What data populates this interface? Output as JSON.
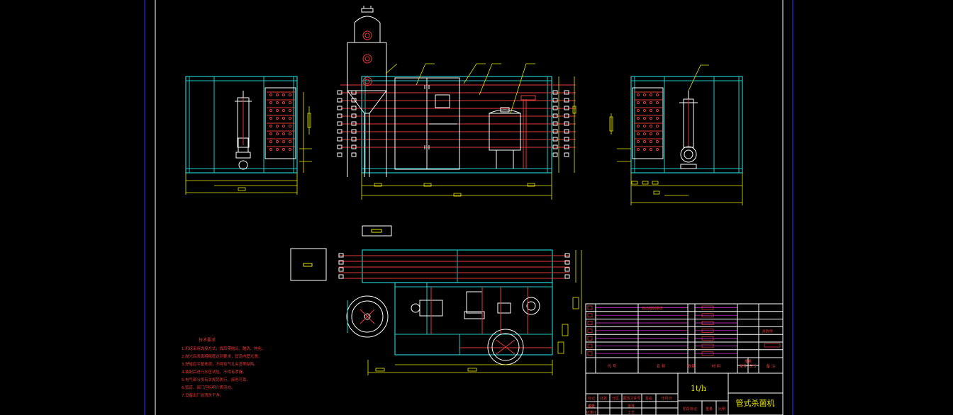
{
  "drawing": {
    "capacity_label": "1t/h",
    "product_name": "管式杀菌机"
  },
  "title_block": {
    "header_cols": [
      "代 号",
      "名 称",
      "数量",
      "材 料",
      "单件",
      "总计",
      "备 注"
    ],
    "weight_label": "重量",
    "rows": [
      {
        "no": "",
        "name": "自动控制系统",
        "remark": ""
      },
      {
        "no": "",
        "name": "",
        "remark": ""
      },
      {
        "no": "",
        "name": "",
        "remark": ""
      },
      {
        "no": "",
        "name": "",
        "remark": "外购件"
      },
      {
        "no": "",
        "name": "",
        "remark": ""
      },
      {
        "no": "",
        "name": "",
        "remark": ""
      },
      {
        "no": "",
        "name": "",
        "remark": ""
      }
    ],
    "bottom_labels": [
      "标记",
      "处数",
      "分区",
      "更改文件号",
      "签名",
      "年月日"
    ],
    "bottom_labels2": [
      "设计",
      "标准化",
      "审核",
      "工艺",
      "批准"
    ],
    "stage_labels": [
      "阶段标记",
      "重量",
      "比例"
    ]
  },
  "notes": {
    "title": "技术要求",
    "lines": [
      "1.机组采用焊接方式，焊后需抛光、酸洗、钝化。",
      "2.抛光后表面粗糙度达到要求，管道内壁光滑。",
      "3.焊缝应平整美观，不得有气孔夹渣等缺陷。",
      "4.装配后进行水压试验，不得有渗漏。",
      "5.电气部分按有关规范执行，接地可靠。",
      "6.管道、阀门应标明介质流向。",
      "7.设备出厂前清洗干净。"
    ]
  },
  "colors": {
    "cyan": "#1fc9c9",
    "white": "#ffffff",
    "yellow": "#e6e600",
    "red": "#e03a3a",
    "magenta": "#e23ae2",
    "green": "#28d028",
    "blue": "#2727e6",
    "bg": "#000000"
  }
}
